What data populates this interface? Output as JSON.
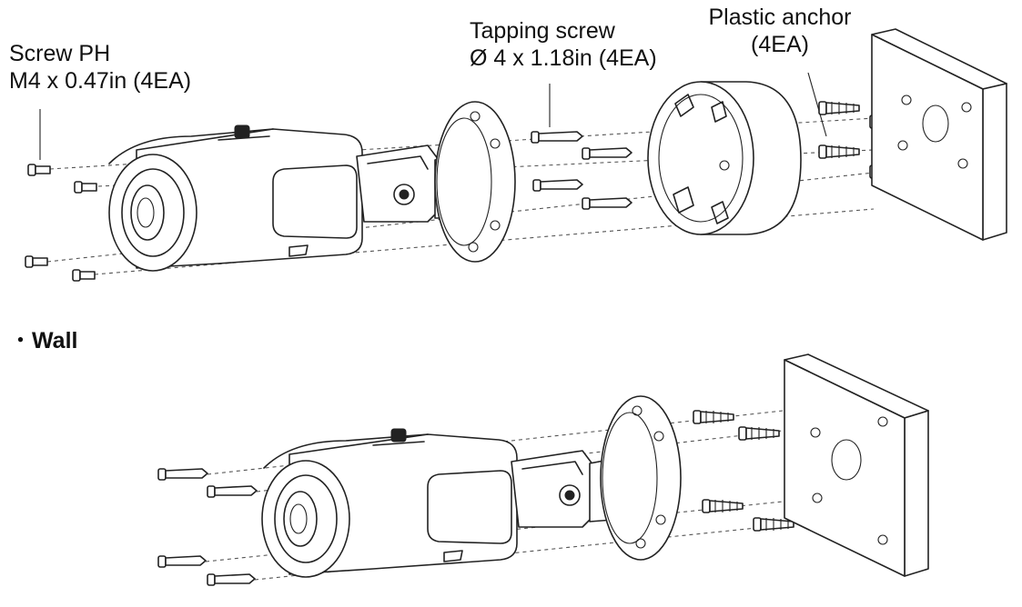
{
  "labels": {
    "screw_ph_line1": "Screw PH",
    "screw_ph_line2": "M4 x 0.47in (4EA)",
    "tapping_line1": "Tapping screw",
    "tapping_line2": "Ø 4 x 1.18in (4EA)",
    "anchor_line1": "Plastic anchor",
    "anchor_line2": "(4EA)"
  },
  "section": {
    "bullet": "・",
    "title": "Wall"
  }
}
